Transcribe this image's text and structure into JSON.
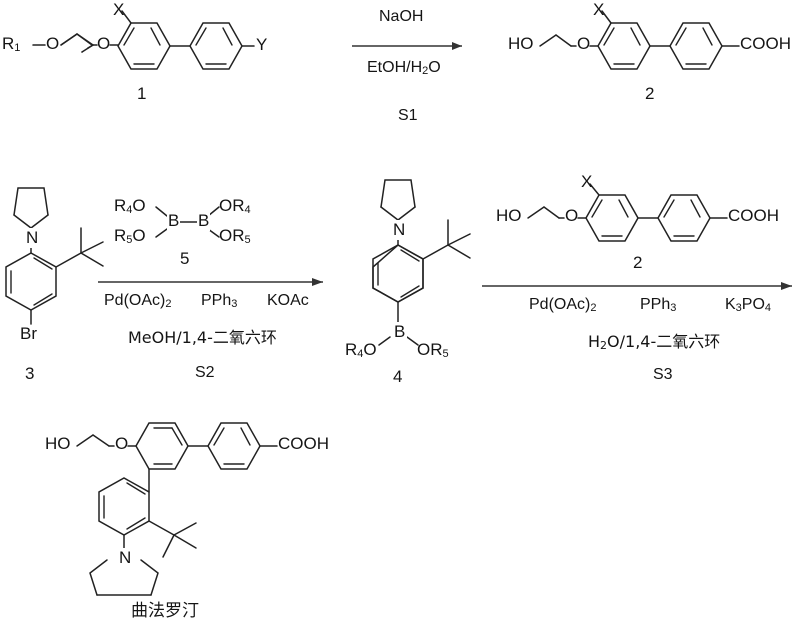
{
  "document": {
    "title": "Synthetic scheme for 曲法罗汀 (trifarotene)",
    "type": "chemical reaction scheme",
    "line_color": "#222222",
    "background": "#ffffff"
  },
  "steps": [
    {
      "id": "S1",
      "reagents_above": "NaOH",
      "solvent_below": "EtOH/H2O",
      "step_label": "S1",
      "reactant_label": "1",
      "product_label": "2"
    },
    {
      "id": "S2",
      "reagent_structure_label": "5",
      "catalysts": [
        "Pd(OAc)2",
        "PPh3",
        "KOAc"
      ],
      "solvent_below": "MeOH/1,4-二氧六环",
      "step_label": "S2",
      "reactant_label": "3",
      "product_label": "4"
    },
    {
      "id": "S3",
      "reagent_structure_label": "2",
      "catalysts": [
        "Pd(OAc)2",
        "PPh3",
        "K3PO4"
      ],
      "solvent_below": "H2O/1,4-二氧六环",
      "step_label": "S3",
      "product_label": "曲法罗汀"
    }
  ],
  "compound1": {
    "number": "1",
    "atoms": {
      "r1": "R",
      "r1_sub": "1",
      "o_ether1": "O",
      "o_ether2": "O",
      "x": "X",
      "y": "Y"
    }
  },
  "compound2": {
    "number": "2",
    "atoms": {
      "ho": "HO",
      "o_ether": "O",
      "x": "X",
      "cooh": "COOH"
    }
  },
  "compound3": {
    "number": "3",
    "atoms": {
      "n": "N",
      "br": "Br"
    }
  },
  "compound4": {
    "number": "4",
    "atoms": {
      "n": "N",
      "b": "B",
      "r4o": "R",
      "r4o_sub": "4",
      "r4o_tail": "O",
      "or5": "OR",
      "or5_sub": "5"
    }
  },
  "compound5": {
    "number": "5",
    "atoms": {
      "r4o_left": "R4O",
      "r5o_left": "R5O",
      "b1": "B",
      "b2": "B",
      "or4_right": "OR4",
      "or5_right": "OR5"
    }
  },
  "compound2b": {
    "number": "2",
    "atoms": {
      "ho": "HO",
      "o_ether": "O",
      "x": "X",
      "cooh": "COOH"
    }
  },
  "product": {
    "name": "曲法罗汀",
    "atoms": {
      "ho": "HO",
      "o_ether": "O",
      "n": "N",
      "cooh": "COOH"
    }
  },
  "conditions_text": {
    "naoh": "NaOH",
    "etoh_h2o_pre": "EtOH/H",
    "etoh_h2o_sub": "2",
    "etoh_h2o_post": "O",
    "s1": "S1",
    "pd_oac_pre": "Pd(OAc)",
    "pd_oac_sub": "2",
    "pph3_pre": "PPh",
    "pph3_sub": "3",
    "koac": "KOAc",
    "k3po4_pre": "K",
    "k3po4_sub1": "3",
    "k3po4_mid": "PO",
    "k3po4_sub2": "4",
    "meoh_dioxane": "MeOH/1,4-二氧六环",
    "h2o_pre": "H",
    "h2o_sub": "2",
    "h2o_dioxane_post": "O/1,4-二氧六环",
    "s2": "S2",
    "s3": "S3"
  }
}
